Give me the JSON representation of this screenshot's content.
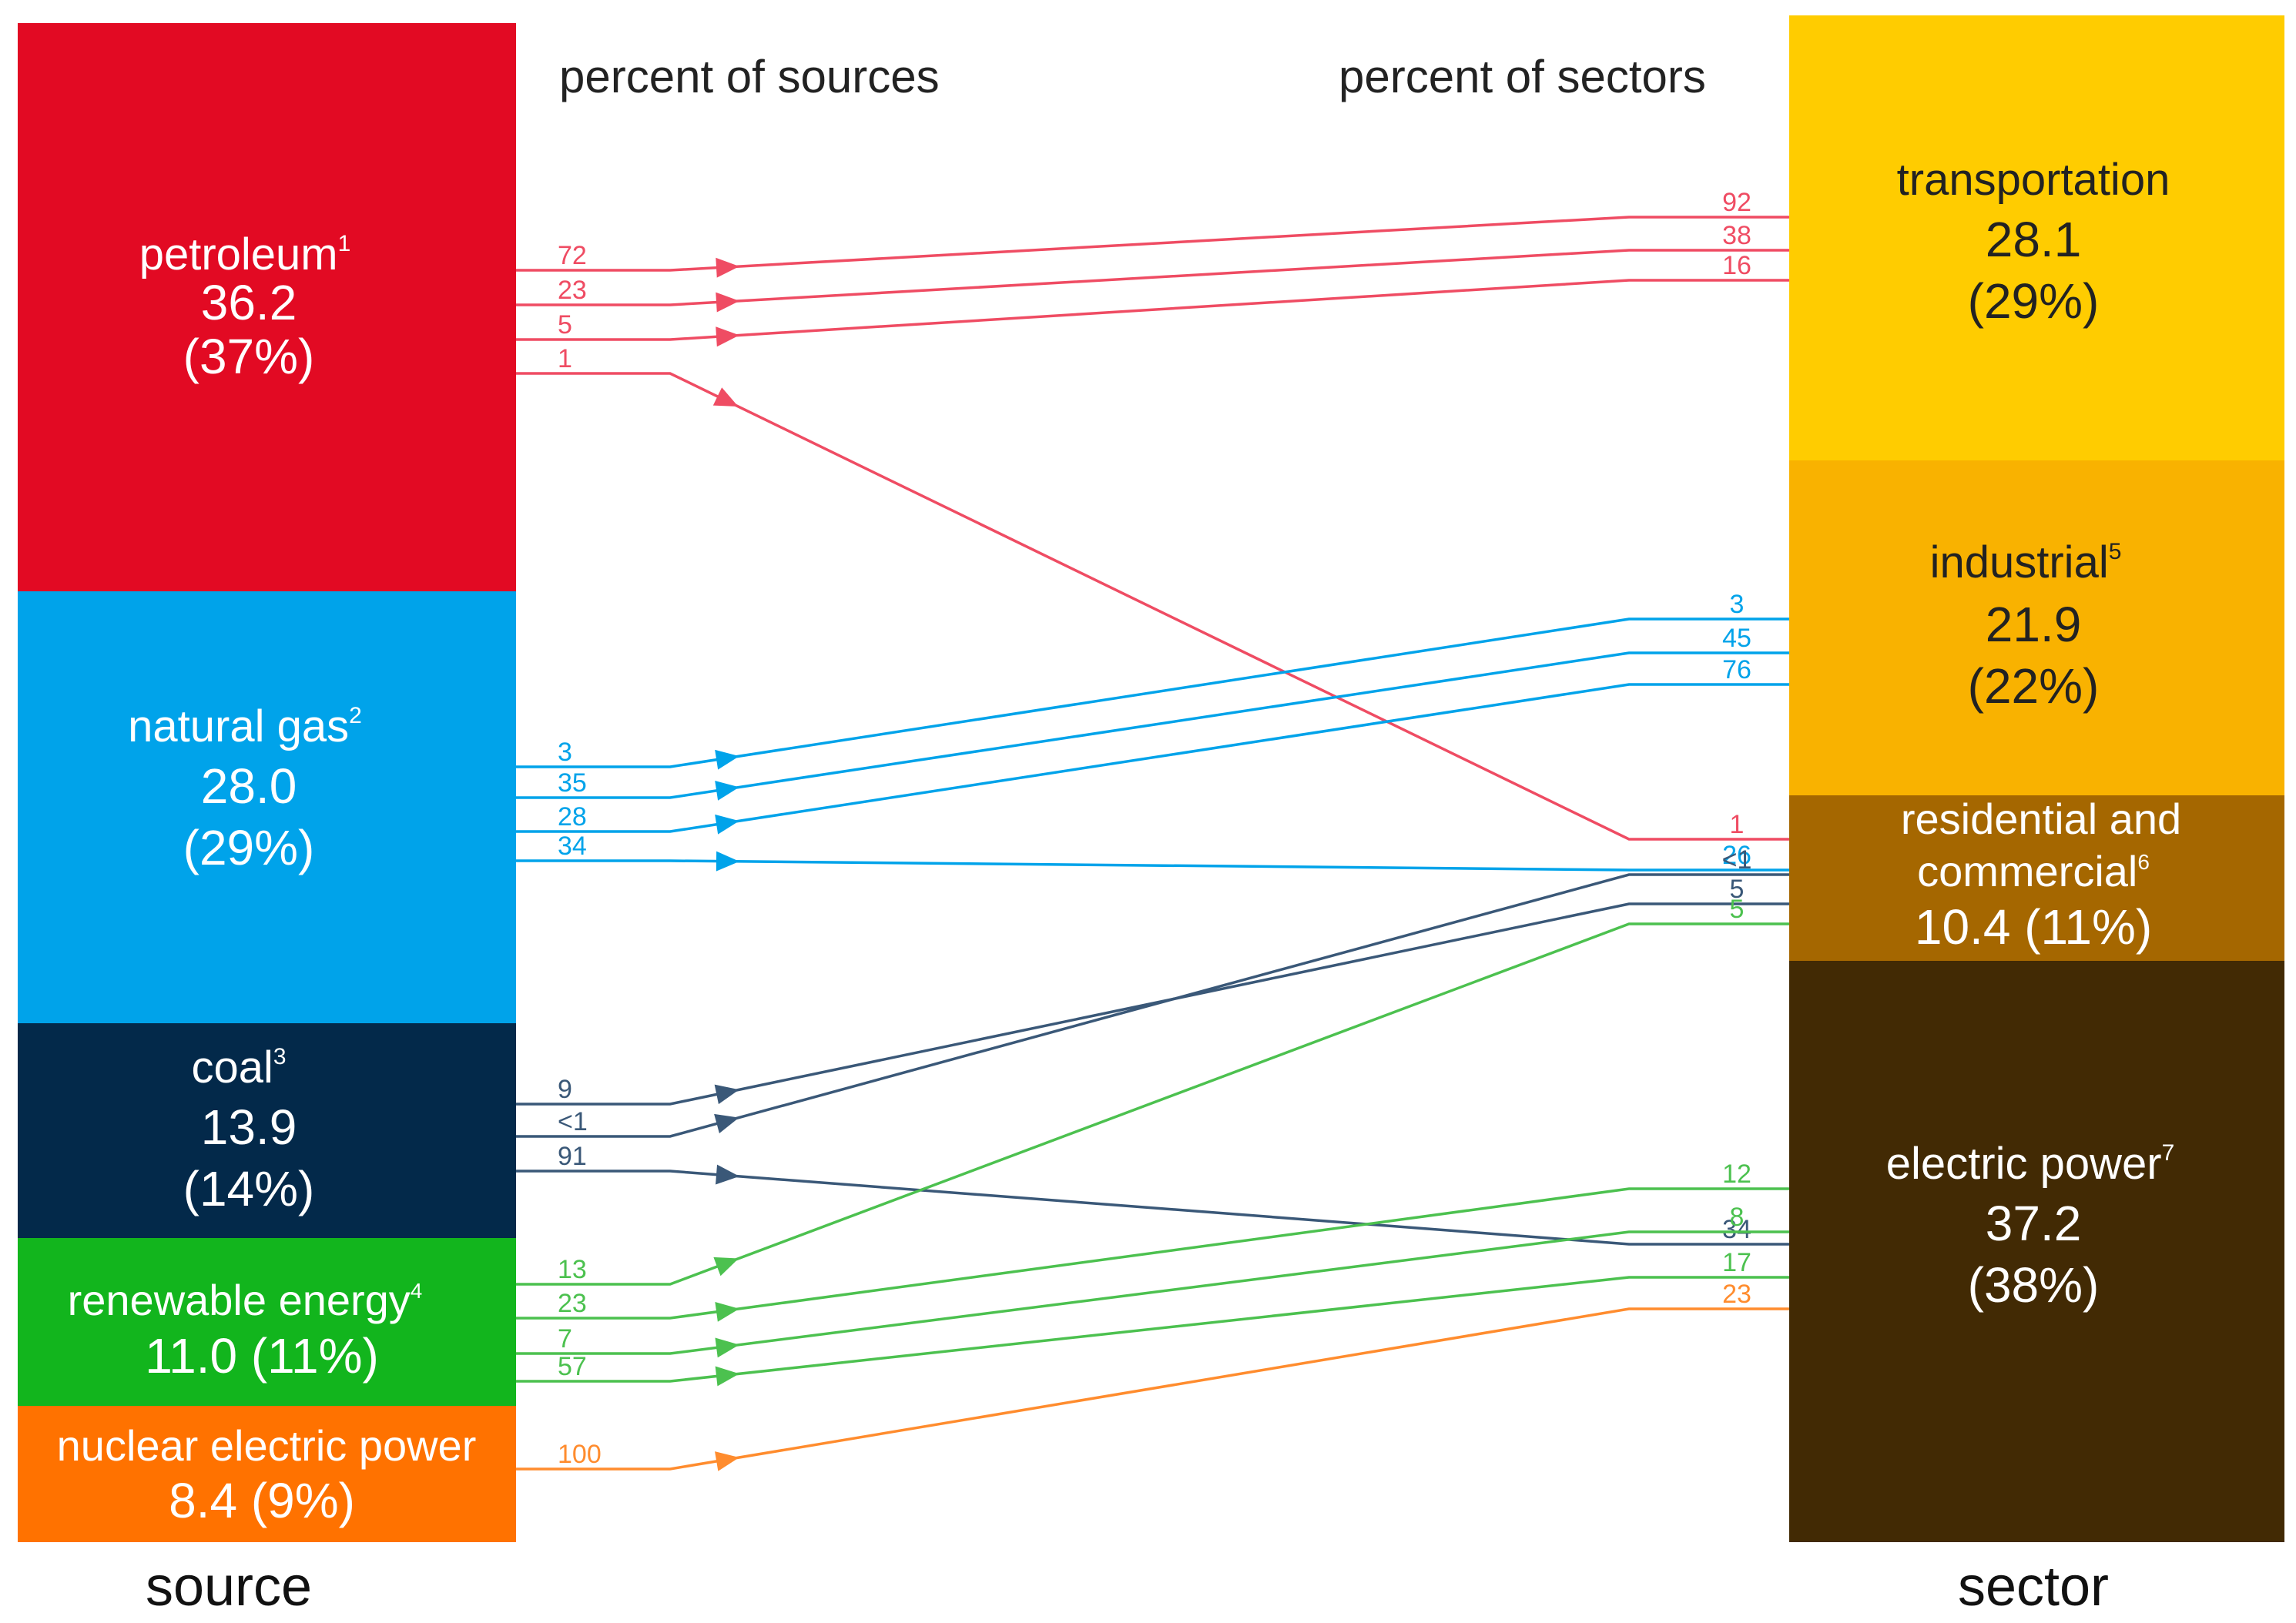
{
  "headers": {
    "left": "percent of sources",
    "right": "percent of sectors"
  },
  "footers": {
    "source": "source",
    "sector": "sector"
  },
  "sources": [
    {
      "id": "petroleum",
      "name": "petroleum",
      "sup": "1",
      "value": "36.2",
      "pct": "(37%)",
      "color": "#e20a23"
    },
    {
      "id": "natural-gas",
      "name": "natural gas",
      "sup": "2",
      "value": "28.0",
      "pct": "(29%)",
      "color": "#00a3ea"
    },
    {
      "id": "coal",
      "name": "coal",
      "sup": "3",
      "value": "13.9",
      "pct": "(14%)",
      "color": "#03294a"
    },
    {
      "id": "renewable",
      "name": "renewable energy",
      "sup": "4",
      "value": "11.0 (11%)",
      "color": "#12b51d"
    },
    {
      "id": "nuclear",
      "name": "nuclear electric power",
      "value": "8.4 (9%)",
      "color": "#ff7200"
    }
  ],
  "sectors": [
    {
      "id": "transportation",
      "name": "transportation",
      "value": "28.1",
      "pct": "(29%)",
      "color": "#ffcc00"
    },
    {
      "id": "industrial",
      "name": "industrial",
      "sup": "5",
      "value": "21.9",
      "pct": "(22%)",
      "color": "#f9b200"
    },
    {
      "id": "residential",
      "name": "residential and",
      "name2": "commercial",
      "sup": "6",
      "value": "10.4 (11%)",
      "color": "#a56700"
    },
    {
      "id": "electric",
      "name": "electric power",
      "sup": "7",
      "value": "37.2",
      "pct": "(38%)",
      "color": "#422a04"
    }
  ],
  "flows": [
    {
      "from": "petroleum",
      "to": "transportation",
      "src_pct": "72",
      "dst_pct": "92",
      "color": "#ef4c63"
    },
    {
      "from": "petroleum",
      "to": "industrial",
      "src_pct": "23",
      "dst_pct": "38",
      "color": "#ef4c63"
    },
    {
      "from": "petroleum",
      "to": "residential",
      "src_pct": "5",
      "dst_pct": "16",
      "color": "#ef4c63"
    },
    {
      "from": "petroleum",
      "to": "electric",
      "src_pct": "1",
      "dst_pct": "1",
      "color": "#ef4c63"
    },
    {
      "from": "natural-gas",
      "to": "transportation",
      "src_pct": "3",
      "dst_pct": "3",
      "color": "#00a3ea"
    },
    {
      "from": "natural-gas",
      "to": "industrial",
      "src_pct": "35",
      "dst_pct": "45",
      "color": "#00a3ea"
    },
    {
      "from": "natural-gas",
      "to": "residential",
      "src_pct": "28",
      "dst_pct": "76",
      "color": "#00a3ea"
    },
    {
      "from": "natural-gas",
      "to": "electric",
      "src_pct": "34",
      "dst_pct": "26",
      "color": "#00a3ea"
    },
    {
      "from": "coal",
      "to": "industrial",
      "src_pct": "9",
      "dst_pct": "5",
      "color": "#3a5878"
    },
    {
      "from": "coal",
      "to": "residential",
      "src_pct": "<1",
      "dst_pct": "<1",
      "color": "#3a5878"
    },
    {
      "from": "coal",
      "to": "electric",
      "src_pct": "91",
      "dst_pct": "34",
      "color": "#3a5878"
    },
    {
      "from": "renewable",
      "to": "transportation",
      "src_pct": "13",
      "dst_pct": "5",
      "color": "#4cc14f"
    },
    {
      "from": "renewable",
      "to": "industrial",
      "src_pct": "23",
      "dst_pct": "12",
      "color": "#4cc14f"
    },
    {
      "from": "renewable",
      "to": "residential",
      "src_pct": "7",
      "dst_pct": "8",
      "color": "#4cc14f"
    },
    {
      "from": "renewable",
      "to": "electric",
      "src_pct": "57",
      "dst_pct": "17",
      "color": "#4cc14f"
    },
    {
      "from": "nuclear",
      "to": "electric",
      "src_pct": "100",
      "dst_pct": "23",
      "color": "#ff8c2e"
    }
  ]
}
